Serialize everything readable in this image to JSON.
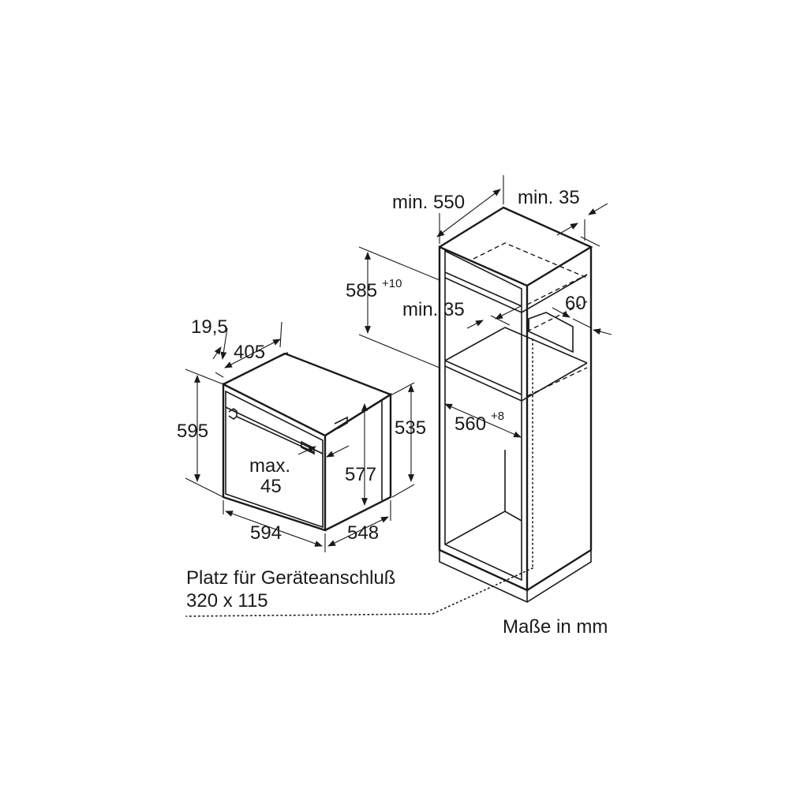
{
  "labels": {
    "oven_depth_front": "19,5",
    "oven_depth_panel": "405",
    "oven_height": "595",
    "oven_max_label": "max.",
    "oven_max_value": "45",
    "oven_inner_height": "577",
    "oven_body_height": "535",
    "oven_width": "594",
    "oven_depth": "548",
    "niche_min_depth": "min. 550",
    "niche_min_gap": "min. 35",
    "niche_height": "585",
    "niche_height_tol": "+10",
    "niche_min_vent": "min. 35",
    "niche_vent": "60",
    "niche_width": "560",
    "niche_width_tol": "+8",
    "connection_line1": "Platz für Geräteanschluß",
    "connection_line2": "320 x 115",
    "units": "Maße in mm"
  },
  "colors": {
    "line": "#1a1a1a",
    "background": "#ffffff",
    "hatch": "#1a1a1a"
  }
}
